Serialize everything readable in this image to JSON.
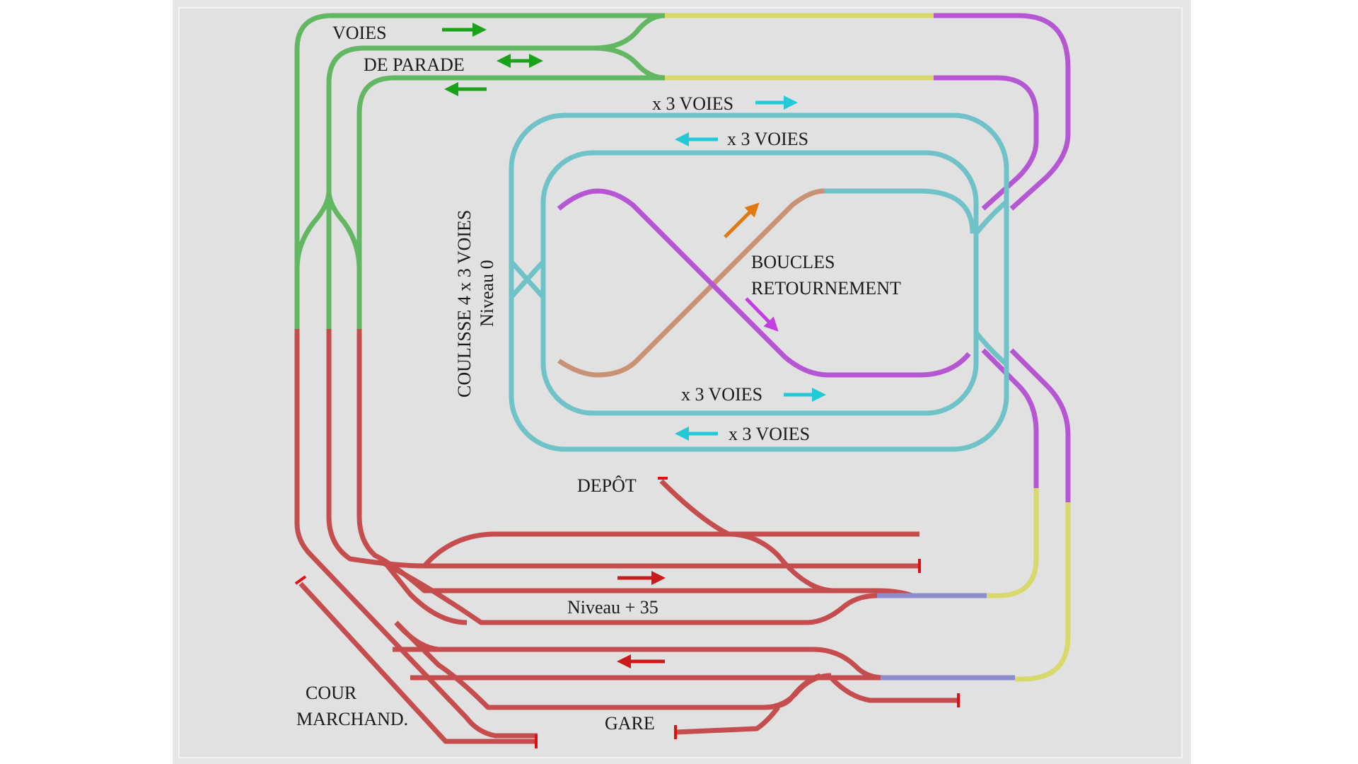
{
  "labels": {
    "voies": "VOIES",
    "de_parade": "DE PARADE",
    "x3_voies_1": "x 3 VOIES",
    "x3_voies_2": "x 3 VOIES",
    "x3_voies_3": "x 3 VOIES",
    "x3_voies_4": "x 3 VOIES",
    "coulisse": "COULISSE 4 x 3 VOIES",
    "niveau_0": "Niveau  0",
    "boucles": "BOUCLES",
    "retournement": "RETOURNEMENT",
    "depot": "DEPÔT",
    "niveau_35": "Niveau  + 35",
    "cour": "COUR",
    "marchand": "MARCHAND.",
    "gare": "GARE"
  },
  "colors": {
    "green": "#62b762",
    "green_arrow": "#1aa31a",
    "yellow": "#d9d86a",
    "magenta": "#b557d2",
    "magenta_arrow": "#c23fe0",
    "cyan": "#6fc2c7",
    "cyan_arrow": "#22c9d6",
    "orange": "#c99274",
    "orange_arrow": "#e07a10",
    "red": "#c64d4d",
    "red_arrow": "#cc1a1a",
    "blue": "#8c8cd0",
    "background": "#e1e1e1"
  }
}
